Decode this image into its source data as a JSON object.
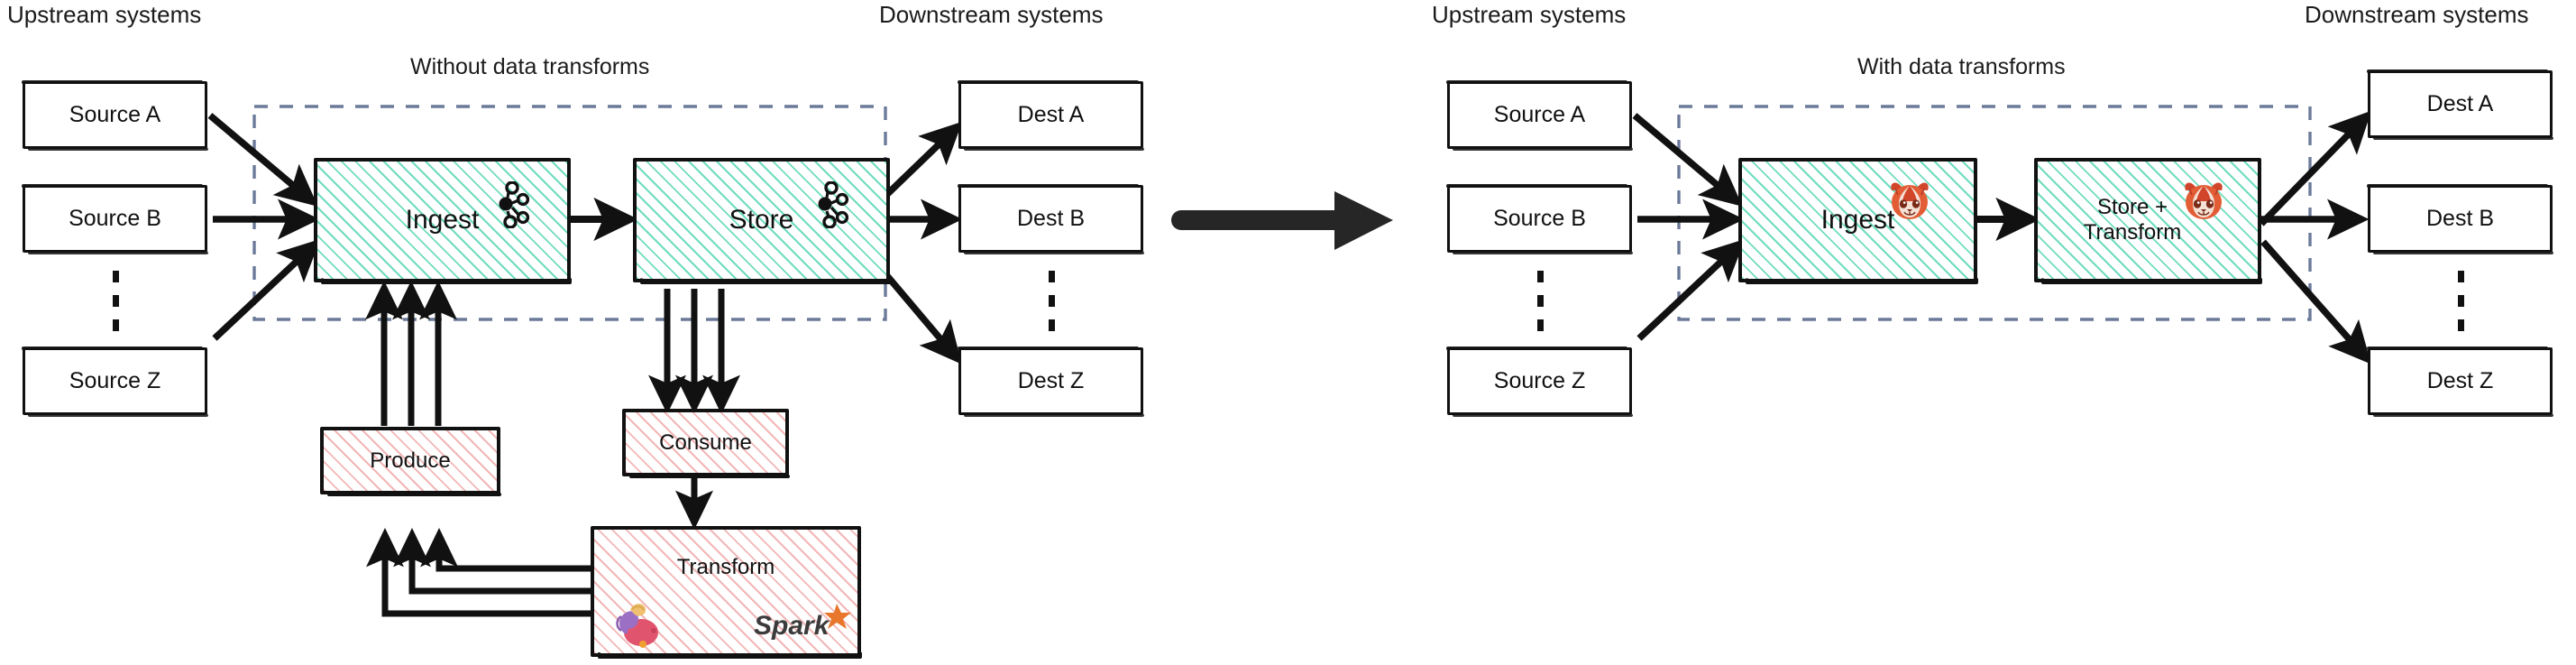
{
  "diagram": {
    "title_left": "Without data transforms",
    "title_right": "With data transforms",
    "center_arrow": "thick-right-arrow"
  },
  "left_panel": {
    "upstream_label": "Upstream systems",
    "downstream_label": "Downstream systems",
    "boundary_title": "Without data transforms",
    "sources": [
      {
        "label": "Source A"
      },
      {
        "label": "Source B"
      },
      {
        "label": "Source Z"
      }
    ],
    "destinations": [
      {
        "label": "Dest A"
      },
      {
        "label": "Dest B"
      },
      {
        "label": "Dest Z"
      }
    ],
    "pipeline": [
      {
        "label": "Ingest",
        "icon": "apache-kafka-icon",
        "style": "green-hatched"
      },
      {
        "label": "Store",
        "icon": "apache-kafka-icon",
        "style": "green-hatched"
      }
    ],
    "external": [
      {
        "label": "Produce",
        "style": "pink-hatched"
      },
      {
        "label": "Consume",
        "style": "pink-hatched"
      },
      {
        "label": "Transform",
        "style": "pink-hatched",
        "icons": [
          "apache-flink-icon",
          "apache-spark-icon"
        ]
      }
    ]
  },
  "right_panel": {
    "upstream_label": "Upstream systems",
    "downstream_label": "Downstream systems",
    "boundary_title": "With data transforms",
    "sources": [
      {
        "label": "Source A"
      },
      {
        "label": "Source B"
      },
      {
        "label": "Source Z"
      }
    ],
    "destinations": [
      {
        "label": "Dest A"
      },
      {
        "label": "Dest B"
      },
      {
        "label": "Dest Z"
      }
    ],
    "pipeline": [
      {
        "label": "Ingest",
        "icon": "redpanda-icon",
        "style": "green-hatched"
      },
      {
        "label": "Store + Transform",
        "label_line1": "Store +",
        "label_line2": "Transform",
        "icon": "redpanda-icon",
        "style": "green-hatched"
      }
    ]
  },
  "colors": {
    "green_hatch": "#6fdcbf",
    "pink_hatch": "#f3b6b6",
    "boundary_dash": "#6b7a99",
    "stroke": "#111111",
    "spark_orange": "#e8762c"
  }
}
